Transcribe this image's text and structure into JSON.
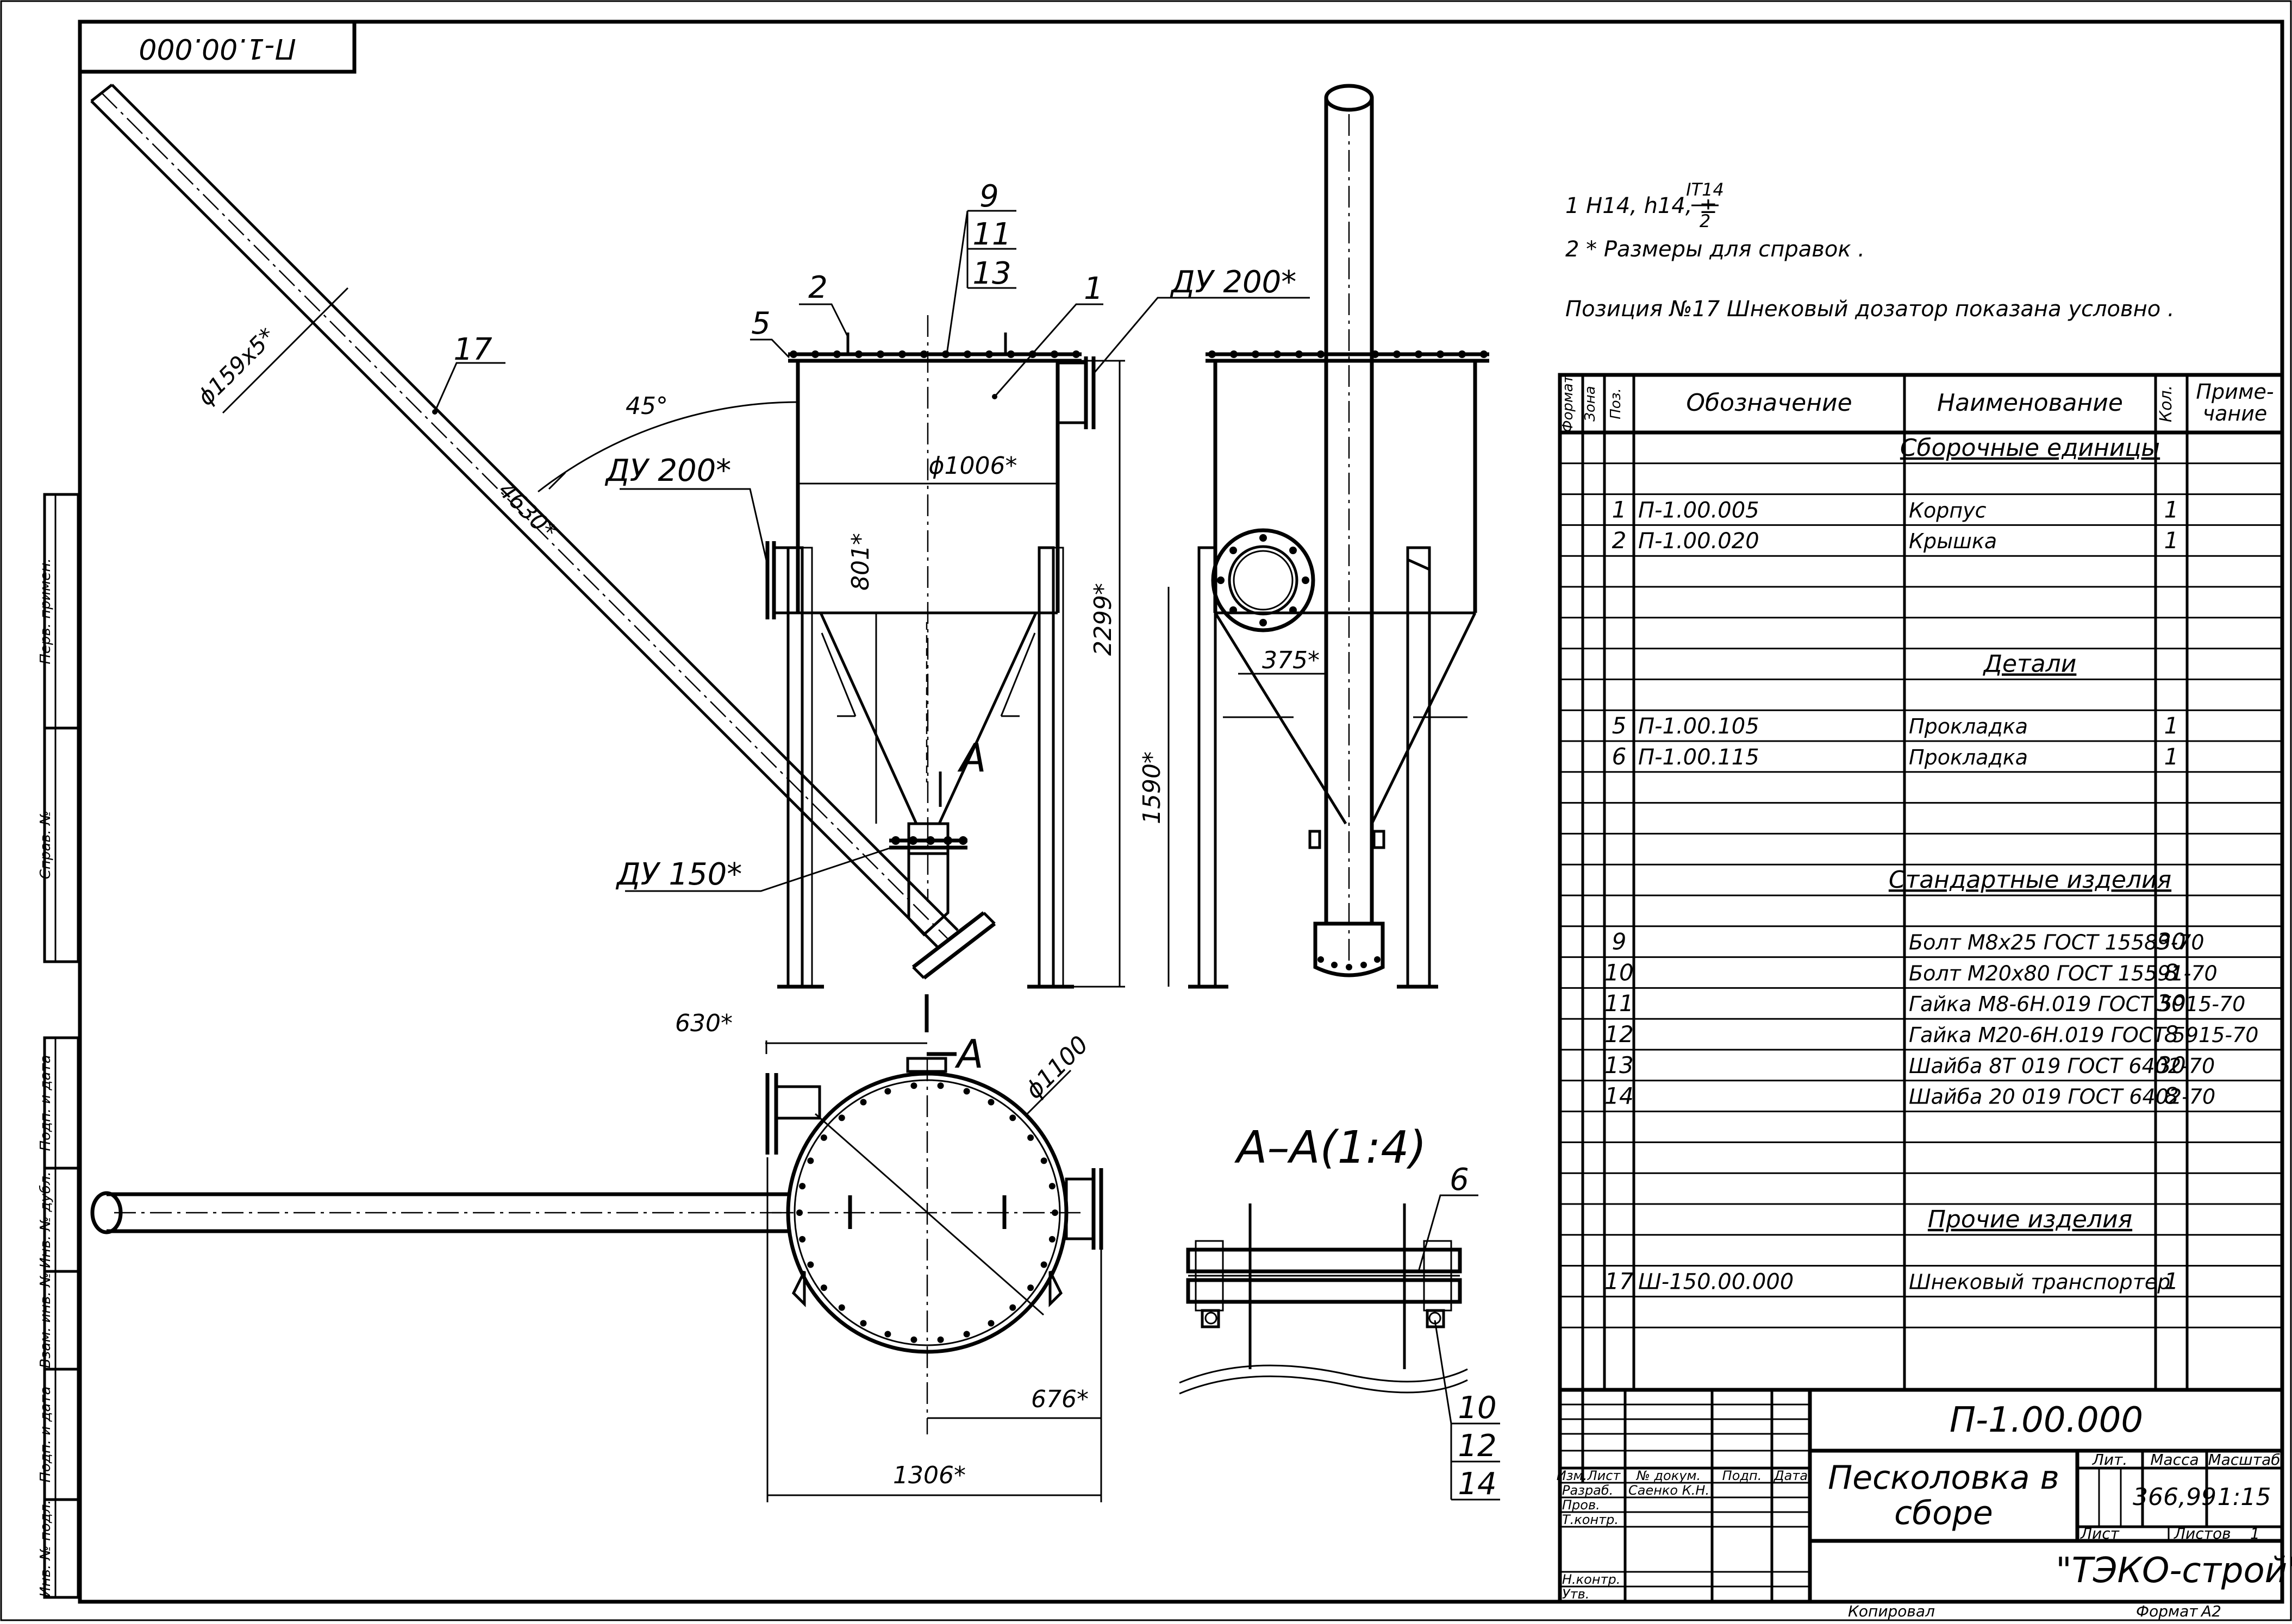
{
  "corner_stamp": "П-1.00.000",
  "notes": {
    "n1_main": "1 H14, h14, ±",
    "n1_num": "IT14",
    "n1_den": "2",
    "n2": "2 * Размеры для справок .",
    "n3": "Позиция №17 Шнековый дозатор показана условно ."
  },
  "dimensions": {
    "pipe": "ϕ159x5*",
    "pos17": "17",
    "angle": "45°",
    "length": "4630*",
    "du200_left": "ДУ 200*",
    "du200_top": "ДУ 200*",
    "du150": "ДУ 150*",
    "d1006": "ϕ1006*",
    "h801": "801*",
    "h2299": "2299*",
    "h1590": "1590*",
    "w375": "375*",
    "w630": "630*",
    "d1100": "ϕ1100",
    "w676": "676*",
    "w1306": "1306*",
    "pos9": "9",
    "pos11": "11",
    "pos13": "13",
    "pos2": "2",
    "pos5": "5",
    "pos1": "1",
    "pos6": "6",
    "pos10": "10",
    "pos12": "12",
    "pos14": "14",
    "sec_a1": "A",
    "sec_a2": "A",
    "section_title": "A–A(1:4)"
  },
  "left_strip": [
    "Перв. примен.",
    "Справ. №",
    "Подп. и дата",
    "Инв. № дубл.",
    "Взам. инв. №",
    "Подп. и дата",
    "Инв. № подл."
  ],
  "spec": {
    "headers": {
      "format": "Формат",
      "zone": "Зона",
      "pos": "Поз.",
      "designation": "Обозначение",
      "name": "Наименование",
      "qty": "Кол.",
      "note1": "Приме-",
      "note2": "чание"
    },
    "rows": [
      {
        "pos": "",
        "des": "",
        "name": "Сборочные единицы",
        "qty": "",
        "section": true
      },
      {
        "pos": "",
        "des": "",
        "name": "",
        "qty": ""
      },
      {
        "pos": "1",
        "des": "П-1.00.005",
        "name": "Корпус",
        "qty": "1"
      },
      {
        "pos": "2",
        "des": "П-1.00.020",
        "name": "Крышка",
        "qty": "1"
      },
      {
        "pos": "",
        "des": "",
        "name": "",
        "qty": ""
      },
      {
        "pos": "",
        "des": "",
        "name": "",
        "qty": ""
      },
      {
        "pos": "",
        "des": "",
        "name": "",
        "qty": ""
      },
      {
        "pos": "",
        "des": "",
        "name": "Детали",
        "qty": "",
        "section": true
      },
      {
        "pos": "",
        "des": "",
        "name": "",
        "qty": ""
      },
      {
        "pos": "5",
        "des": "П-1.00.105",
        "name": "Прокладка",
        "qty": "1"
      },
      {
        "pos": "6",
        "des": "П-1.00.115",
        "name": "Прокладка",
        "qty": "1"
      },
      {
        "pos": "",
        "des": "",
        "name": "",
        "qty": ""
      },
      {
        "pos": "",
        "des": "",
        "name": "",
        "qty": ""
      },
      {
        "pos": "",
        "des": "",
        "name": "",
        "qty": ""
      },
      {
        "pos": "",
        "des": "",
        "name": "Стандартные изделия",
        "qty": "",
        "section": true
      },
      {
        "pos": "",
        "des": "",
        "name": "",
        "qty": ""
      },
      {
        "pos": "9",
        "des": "",
        "name": "Болт М8х25 ГОСТ 15589-70",
        "qty": "30"
      },
      {
        "pos": "10",
        "des": "",
        "name": "Болт М20х80 ГОСТ 15591-70",
        "qty": "8"
      },
      {
        "pos": "11",
        "des": "",
        "name": "Гайка М8-6Н.019 ГОСТ 5915-70",
        "qty": "30"
      },
      {
        "pos": "12",
        "des": "",
        "name": "Гайка М20-6Н.019 ГОСТ 5915-70",
        "qty": "8"
      },
      {
        "pos": "13",
        "des": "",
        "name": "Шайба 8Т 019 ГОСТ 6402-70",
        "qty": "30"
      },
      {
        "pos": "14",
        "des": "",
        "name": "Шайба 20 019 ГОСТ 6402-70",
        "qty": "8"
      },
      {
        "pos": "",
        "des": "",
        "name": "",
        "qty": ""
      },
      {
        "pos": "",
        "des": "",
        "name": "",
        "qty": ""
      },
      {
        "pos": "",
        "des": "",
        "name": "",
        "qty": ""
      },
      {
        "pos": "",
        "des": "",
        "name": "Прочие изделия",
        "qty": "",
        "section": true
      },
      {
        "pos": "",
        "des": "",
        "name": "",
        "qty": ""
      },
      {
        "pos": "17",
        "des": "Ш-150.00.000",
        "name": "Шнековый транспортер",
        "qty": "1"
      },
      {
        "pos": "",
        "des": "",
        "name": "",
        "qty": ""
      }
    ]
  },
  "title_block": {
    "doc_number": "П-1.00.000",
    "title_line1": "Песколовка в",
    "title_line2": "сборе",
    "lit": "Лит.",
    "mass_label": "Масса",
    "scale_label": "Масштаб",
    "mass": "366,99",
    "scale": "1:15",
    "sheet_label": "Лист",
    "sheets_label": "Листов",
    "sheets": "1",
    "company": "\"ТЭКО-строй\"",
    "col_izm": "Изм.",
    "col_list": "Лист",
    "col_doc": "№ докум.",
    "col_sign": "Подп.",
    "col_date": "Дата",
    "razrab": "Разраб.",
    "razrab_name": "Саенко К.Н.",
    "prov": "Пров.",
    "tkontr": "Т.контр.",
    "nkontr": "Н.контр.",
    "utv": "Утв.",
    "kopiroval": "Копировал",
    "format_label": "Формат",
    "format": "А2"
  }
}
